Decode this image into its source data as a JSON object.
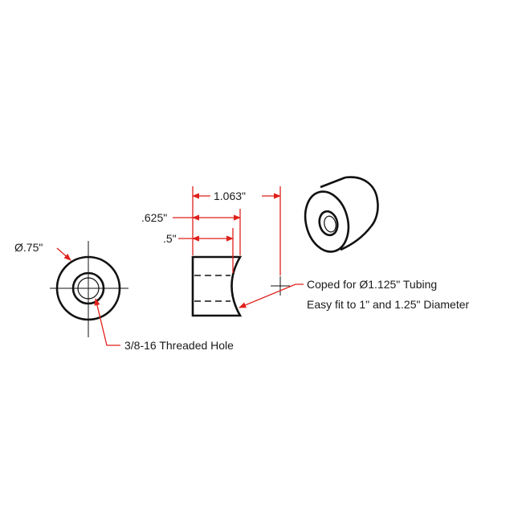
{
  "dimensions": {
    "overall_length": "1.063\"",
    "coped_depth": ".625\"",
    "flat_length": ".5\"",
    "outer_diameter": "Ø.75\""
  },
  "callouts": {
    "threaded_hole": "3/8-16 Threaded Hole",
    "coped_line1": "Coped for Ø1.125\" Tubing",
    "coped_line2": "Easy fit to 1\" and 1.25\" Diameter"
  },
  "colors": {
    "dimension": "#e0201b",
    "part": "#111111",
    "background": "#ffffff"
  }
}
